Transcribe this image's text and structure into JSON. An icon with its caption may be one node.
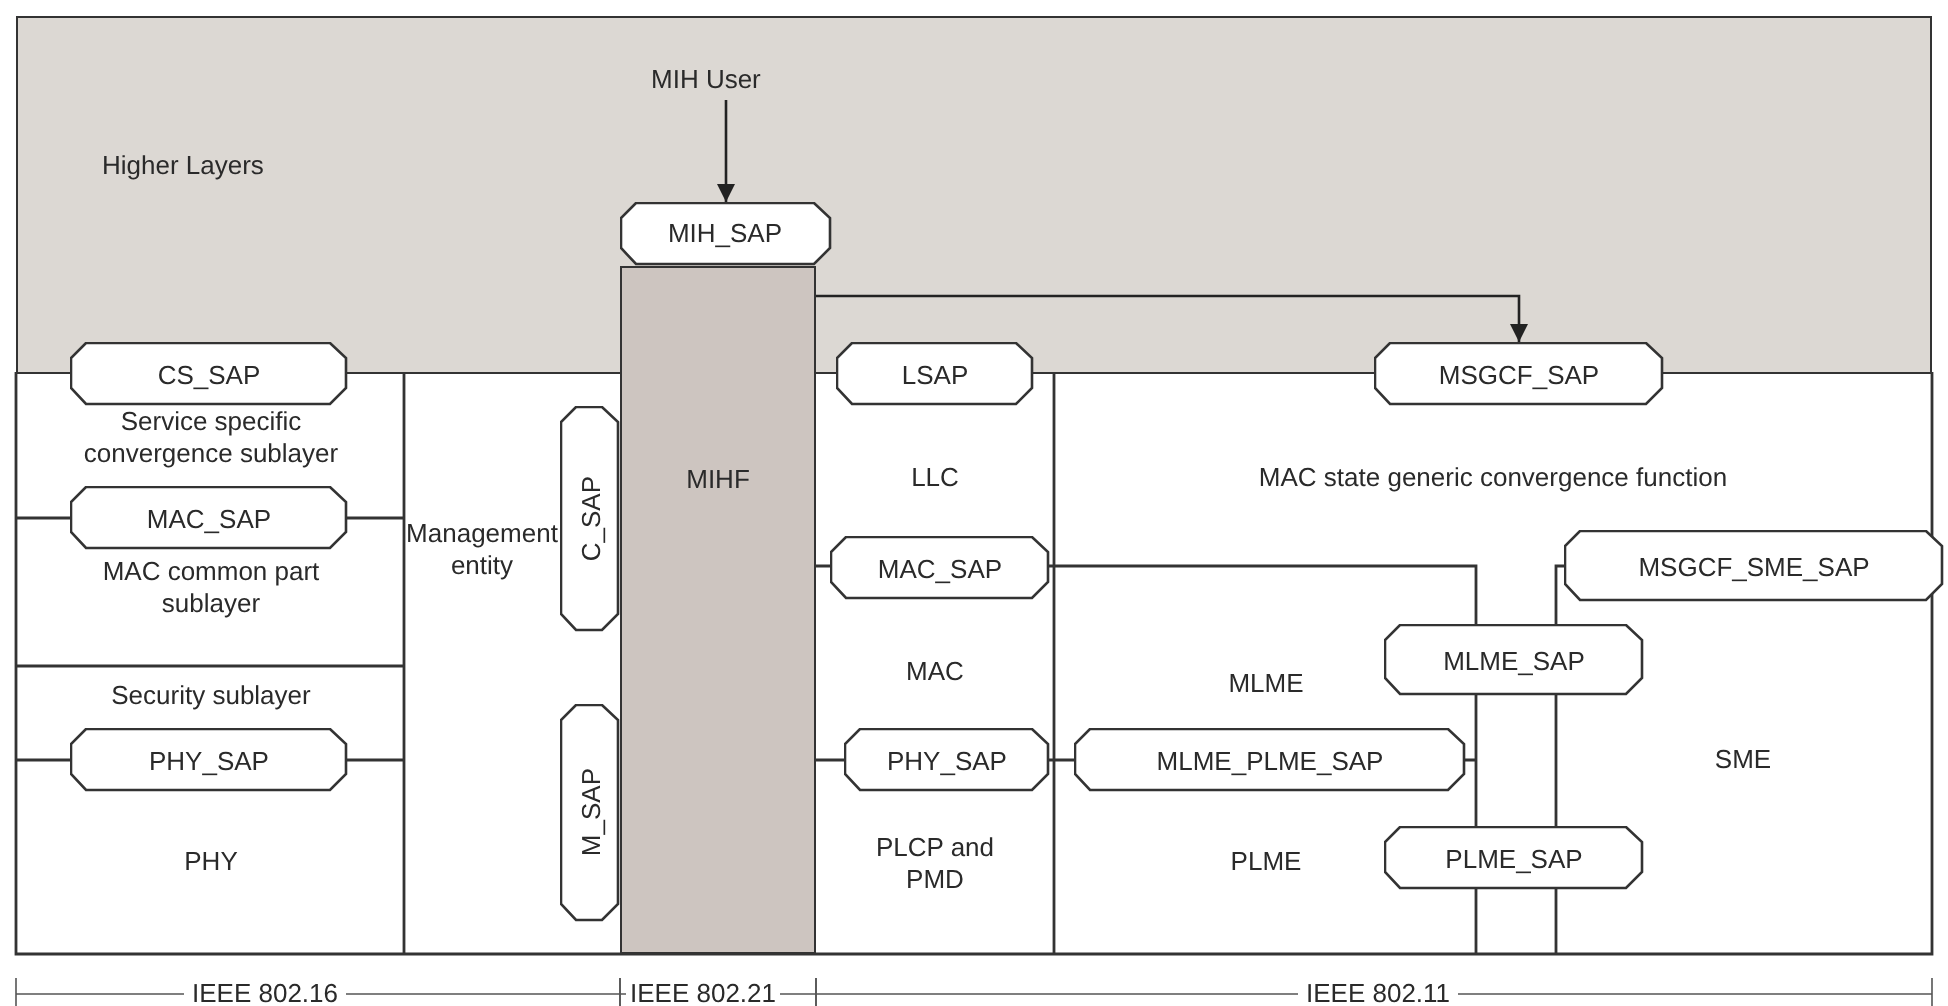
{
  "diagram": {
    "nodes": [
      {
        "text": [
          "Higher Layers"
        ]
      },
      {
        "text": [
          "MIH User"
        ],
        "in": 0
      },
      {
        "text": [
          "MIH_SAP"
        ],
        "in": 0
      },
      {
        "text": [
          "MIHF"
        ]
      },
      {
        "text": [
          "C_SAP"
        ]
      },
      {
        "text": [
          "M_SAP"
        ]
      },
      {
        "text": [
          "Management entity"
        ]
      },
      {
        "text": [
          "CS_SAP"
        ]
      },
      {
        "text": [
          "Service specific convergence sublayer"
        ]
      },
      {
        "text": [
          "MAC_SAP"
        ]
      },
      {
        "text": [
          "MAC common part sublayer"
        ]
      },
      {
        "text": [
          "Security sublayer"
        ]
      },
      {
        "text": [
          "PHY_SAP"
        ]
      },
      {
        "text": [
          "PHY"
        ]
      },
      {
        "text": [
          "LSAP"
        ]
      },
      {
        "text": [
          "LLC"
        ]
      },
      {
        "text": [
          "MAC_SAP"
        ]
      },
      {
        "text": [
          "MAC"
        ]
      },
      {
        "text": [
          "PHY_SAP"
        ]
      },
      {
        "text": [
          "PLCP and PMD"
        ]
      },
      {
        "text": [
          "MSGCF_SAP"
        ]
      },
      {
        "text": [
          "MAC state generic convergence function"
        ]
      },
      {
        "text": [
          "MSGCF_SME_SAP"
        ]
      },
      {
        "text": [
          "MLME_SAP"
        ]
      },
      {
        "text": [
          "MLME"
        ]
      },
      {
        "text": [
          "MLME_PLME_SAP"
        ]
      },
      {
        "text": [
          "PLME"
        ]
      },
      {
        "text": [
          "PLME_SAP"
        ]
      },
      {
        "text": [
          "SME"
        ]
      }
    ],
    "edges": [
      {
        "from": 1,
        "to": 2,
        "arrow": "to"
      },
      {
        "from": 3,
        "to": 20,
        "arrow": "to"
      }
    ],
    "labels": [
      "IEEE 802.16",
      "IEEE 802.21",
      "IEEE 802.11"
    ]
  }
}
